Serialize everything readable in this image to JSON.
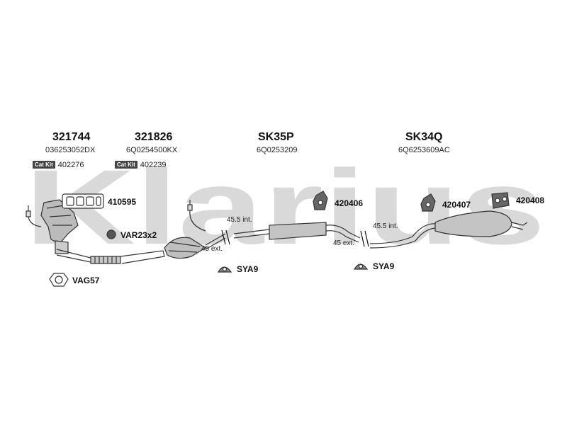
{
  "watermark": "Klarius",
  "groups": [
    {
      "part": "321744",
      "oem": "036253052DX",
      "cat_badge": "Cat Kit",
      "cat_ref": "402276"
    },
    {
      "part": "321826",
      "oem": "6Q0254500KX",
      "cat_badge": "Cat Kit",
      "cat_ref": "402239"
    },
    {
      "part": "SK35P",
      "oem": "6Q0253209"
    },
    {
      "part": "SK34Q",
      "oem": "6Q6253609AC"
    }
  ],
  "components": {
    "gasket_manifold": "410595",
    "var": "VAR23x2",
    "vag": "VAG57",
    "hanger_1": "420406",
    "hanger_2": "420407",
    "hanger_3": "420408",
    "sya_1": "SYA9",
    "sya_2": "SYA9"
  },
  "dimensions": {
    "int_1": "45.5 int.",
    "ext_1": "45 ext.",
    "int_2": "45.5 int.",
    "ext_2": "45 ext."
  }
}
